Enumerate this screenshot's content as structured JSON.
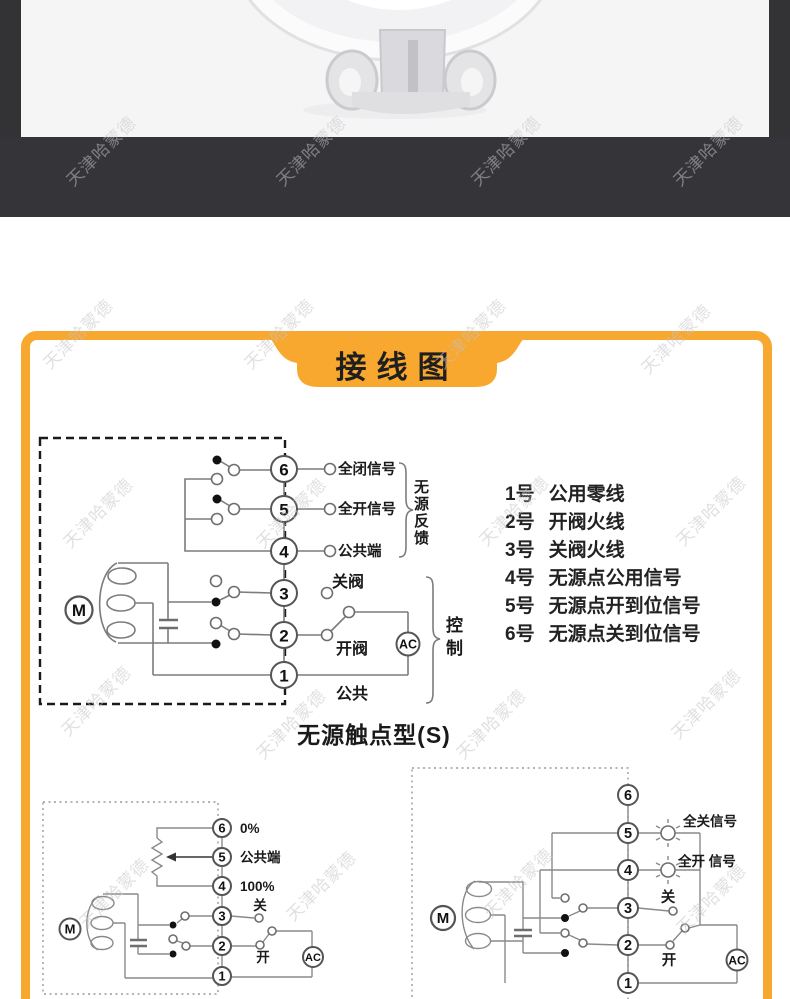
{
  "watermark": {
    "text": "天津哈蒙德"
  },
  "banner": {
    "title": "接线图"
  },
  "colors": {
    "accent": "#F8A72F",
    "band": "#353539",
    "panel": "#f5f5f6"
  },
  "diagram1": {
    "terminals": [
      {
        "num": "6",
        "label": "全闭信号"
      },
      {
        "num": "5",
        "label": "全开信号"
      },
      {
        "num": "4",
        "label": "公共端"
      },
      {
        "num": "3",
        "label": "关阀"
      },
      {
        "num": "2",
        "label": "开阀"
      },
      {
        "num": "1",
        "label": "公共"
      }
    ],
    "feedback_brace": [
      "无",
      "源",
      "反",
      "馈"
    ],
    "control_brace": [
      "控",
      "制"
    ],
    "motor": "M",
    "ac": "AC",
    "caption": "无源触点型(S)"
  },
  "notes": {
    "items": [
      {
        "no": "1号",
        "text": "公用零线"
      },
      {
        "no": "2号",
        "text": "开阀火线"
      },
      {
        "no": "3号",
        "text": "关阀火线"
      },
      {
        "no": "4号",
        "text": "无源点公用信号"
      },
      {
        "no": "5号",
        "text": "无源点开到位信号"
      },
      {
        "no": "6号",
        "text": "无源点关到位信号"
      }
    ]
  },
  "diagram2": {
    "terminals": [
      {
        "num": "6",
        "label": "0%"
      },
      {
        "num": "5",
        "label": "公共端"
      },
      {
        "num": "4",
        "label": "100%"
      },
      {
        "num": "3",
        "label": "关"
      },
      {
        "num": "2",
        "label": "开"
      },
      {
        "num": "1",
        "label": ""
      }
    ],
    "motor": "M",
    "ac": "AC"
  },
  "diagram3": {
    "terminals": [
      {
        "num": "6",
        "label": ""
      },
      {
        "num": "5",
        "label": "全关信号"
      },
      {
        "num": "4",
        "label": "全开 信号"
      },
      {
        "num": "3",
        "label": "关"
      },
      {
        "num": "2",
        "label": "开"
      },
      {
        "num": "1",
        "label": ""
      }
    ],
    "motor": "M",
    "ac": "AC"
  }
}
